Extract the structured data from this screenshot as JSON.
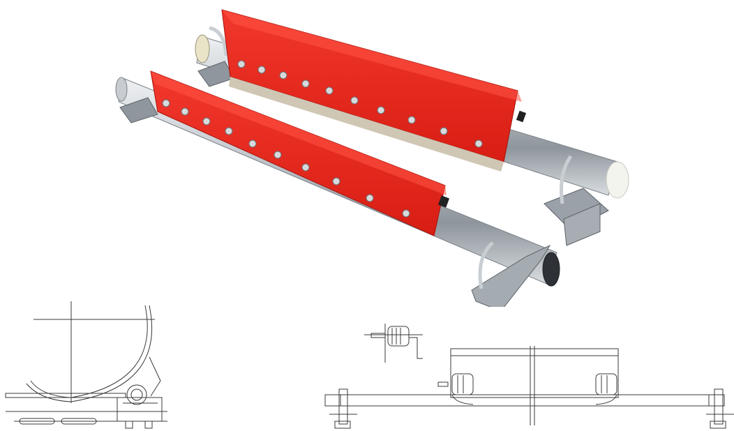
{
  "product_photo": {
    "subject": "conveyor-belt-scraper-pair",
    "blade_color": "#e8251c",
    "blade_shadow_color": "#b3160f",
    "tube_color": "#b9bec4",
    "bracket_color": "#9aa1a8",
    "end_cap_color": "#f2f2ec"
  },
  "drawings": {
    "line_color": "#3a3a3a",
    "left": {
      "view": "side-view"
    },
    "right": {
      "view": "front-view"
    }
  }
}
